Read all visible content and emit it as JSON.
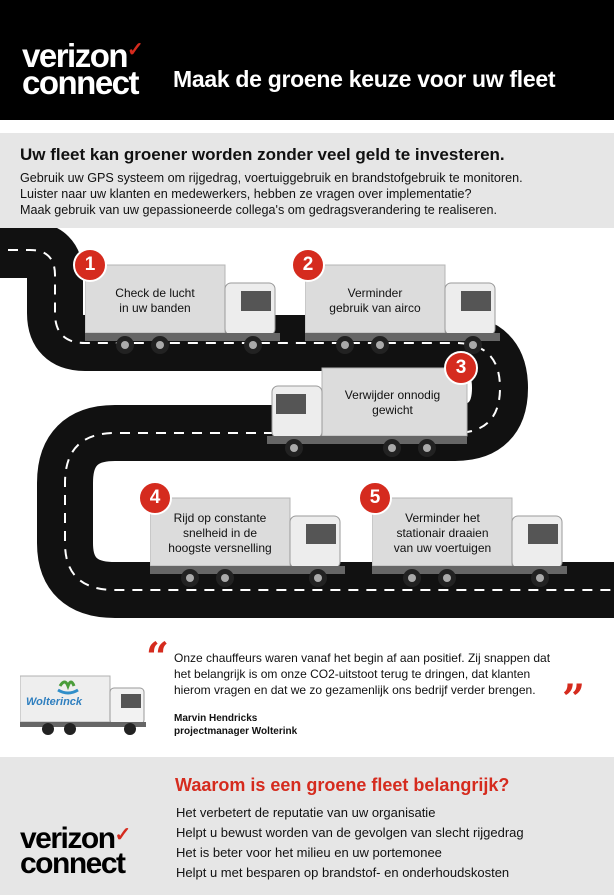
{
  "header": {
    "logo_line1": "verizon",
    "logo_check": "✓",
    "logo_line2": "connect",
    "title": "Maak de groene keuze voor uw fleet"
  },
  "intro": {
    "heading": "Uw fleet kan groener worden zonder veel geld te investeren.",
    "lines": [
      "Gebruik uw GPS systeem om rijgedrag, voertuiggebruik en brandstofgebruik te monitoren.",
      "Luister naar uw klanten en medewerkers, hebben ze vragen over implementatie?",
      "Maak gebruik van uw gepassioneerde collega's om gedragsverandering te realiseren."
    ]
  },
  "steps": [
    {
      "number": "1",
      "line1": "Check de lucht",
      "line2": "in uw banden",
      "line3": ""
    },
    {
      "number": "2",
      "line1": "Verminder",
      "line2": "gebruik van airco",
      "line3": ""
    },
    {
      "number": "3",
      "line1": "Verwijder onnodig",
      "line2": "gewicht",
      "line3": ""
    },
    {
      "number": "4",
      "line1": "Rijd op constante",
      "line2": "snelheid in de",
      "line3": "hoogste versnelling"
    },
    {
      "number": "5",
      "line1": "Verminder het",
      "line2": "stationair draaien",
      "line3": "van uw voertuigen"
    }
  ],
  "testimonial": {
    "open_mark": "“",
    "close_mark": "”",
    "lines": [
      "Onze chauffeurs waren vanaf het begin af aan positief. Zij snappen dat",
      "het belangrijk is om onze CO2-uitstoot terug te dringen, dat klanten",
      "hierom vragen en dat we zo gezamenlijk ons bedrijf verder brengen."
    ],
    "name": "Marvin Hendricks",
    "role": "projectmanager Wolterink",
    "brand": "Wolterinck"
  },
  "why": {
    "heading": "Waarom is een groene fleet belangrijk?",
    "items": [
      "Het verbetert de reputatie van uw organisatie",
      "Helpt u bewust worden van de gevolgen van slecht rijgedrag",
      "Het is beter voor het milieu en uw portemonee",
      "Helpt u met besparen op brandstof- en onderhoudskosten"
    ]
  },
  "colors": {
    "accent": "#d52b1e",
    "header_bg": "#000000",
    "panel_bg": "#e6e6e6",
    "road": "#111111"
  }
}
